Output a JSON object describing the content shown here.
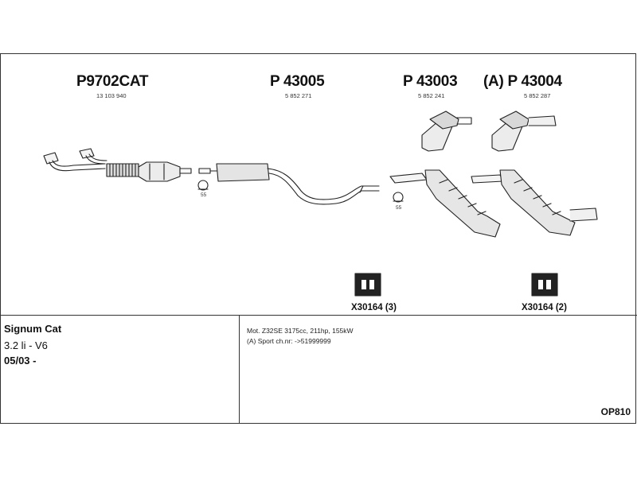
{
  "parts": [
    {
      "number": "P9702CAT",
      "oem": "13 103 940"
    },
    {
      "number": "P 43005",
      "oem": "5 852 271"
    },
    {
      "number": "P 43003",
      "oem": "5 852 241"
    },
    {
      "number": "P 43004",
      "oem": "5 852 287",
      "prefix": "(A)"
    }
  ],
  "clamp_qty": [
    "55",
    "55"
  ],
  "hangers": [
    {
      "label": "X30164 (3)"
    },
    {
      "label": "X30164 (2)"
    }
  ],
  "vehicle": {
    "model": "Signum Cat",
    "engine": "3.2 li - V6",
    "date": "05/03 -"
  },
  "notes": [
    "Mot. Z32SE 3175cc, 211hp, 155kW",
    "(A) Sport ch.nr: ->51999999"
  ],
  "diagram_code": "OP810"
}
